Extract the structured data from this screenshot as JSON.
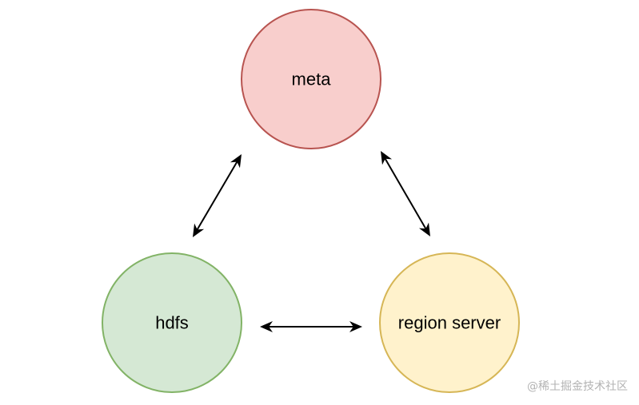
{
  "nodes": {
    "meta": {
      "label": "meta",
      "fill": "#f8cecc",
      "stroke": "#b85450"
    },
    "hdfs": {
      "label": "hdfs",
      "fill": "#d5e8d4",
      "stroke": "#82b366"
    },
    "region_server": {
      "label": "region server",
      "fill": "#fff2cc",
      "stroke": "#d6b656"
    }
  },
  "edges": [
    {
      "from": "meta",
      "to": "hdfs",
      "direction": "both"
    },
    {
      "from": "meta",
      "to": "region_server",
      "direction": "both"
    },
    {
      "from": "hdfs",
      "to": "region_server",
      "direction": "both"
    }
  ],
  "arrow_color": "#000000",
  "watermark": "@稀土掘金技术社区"
}
